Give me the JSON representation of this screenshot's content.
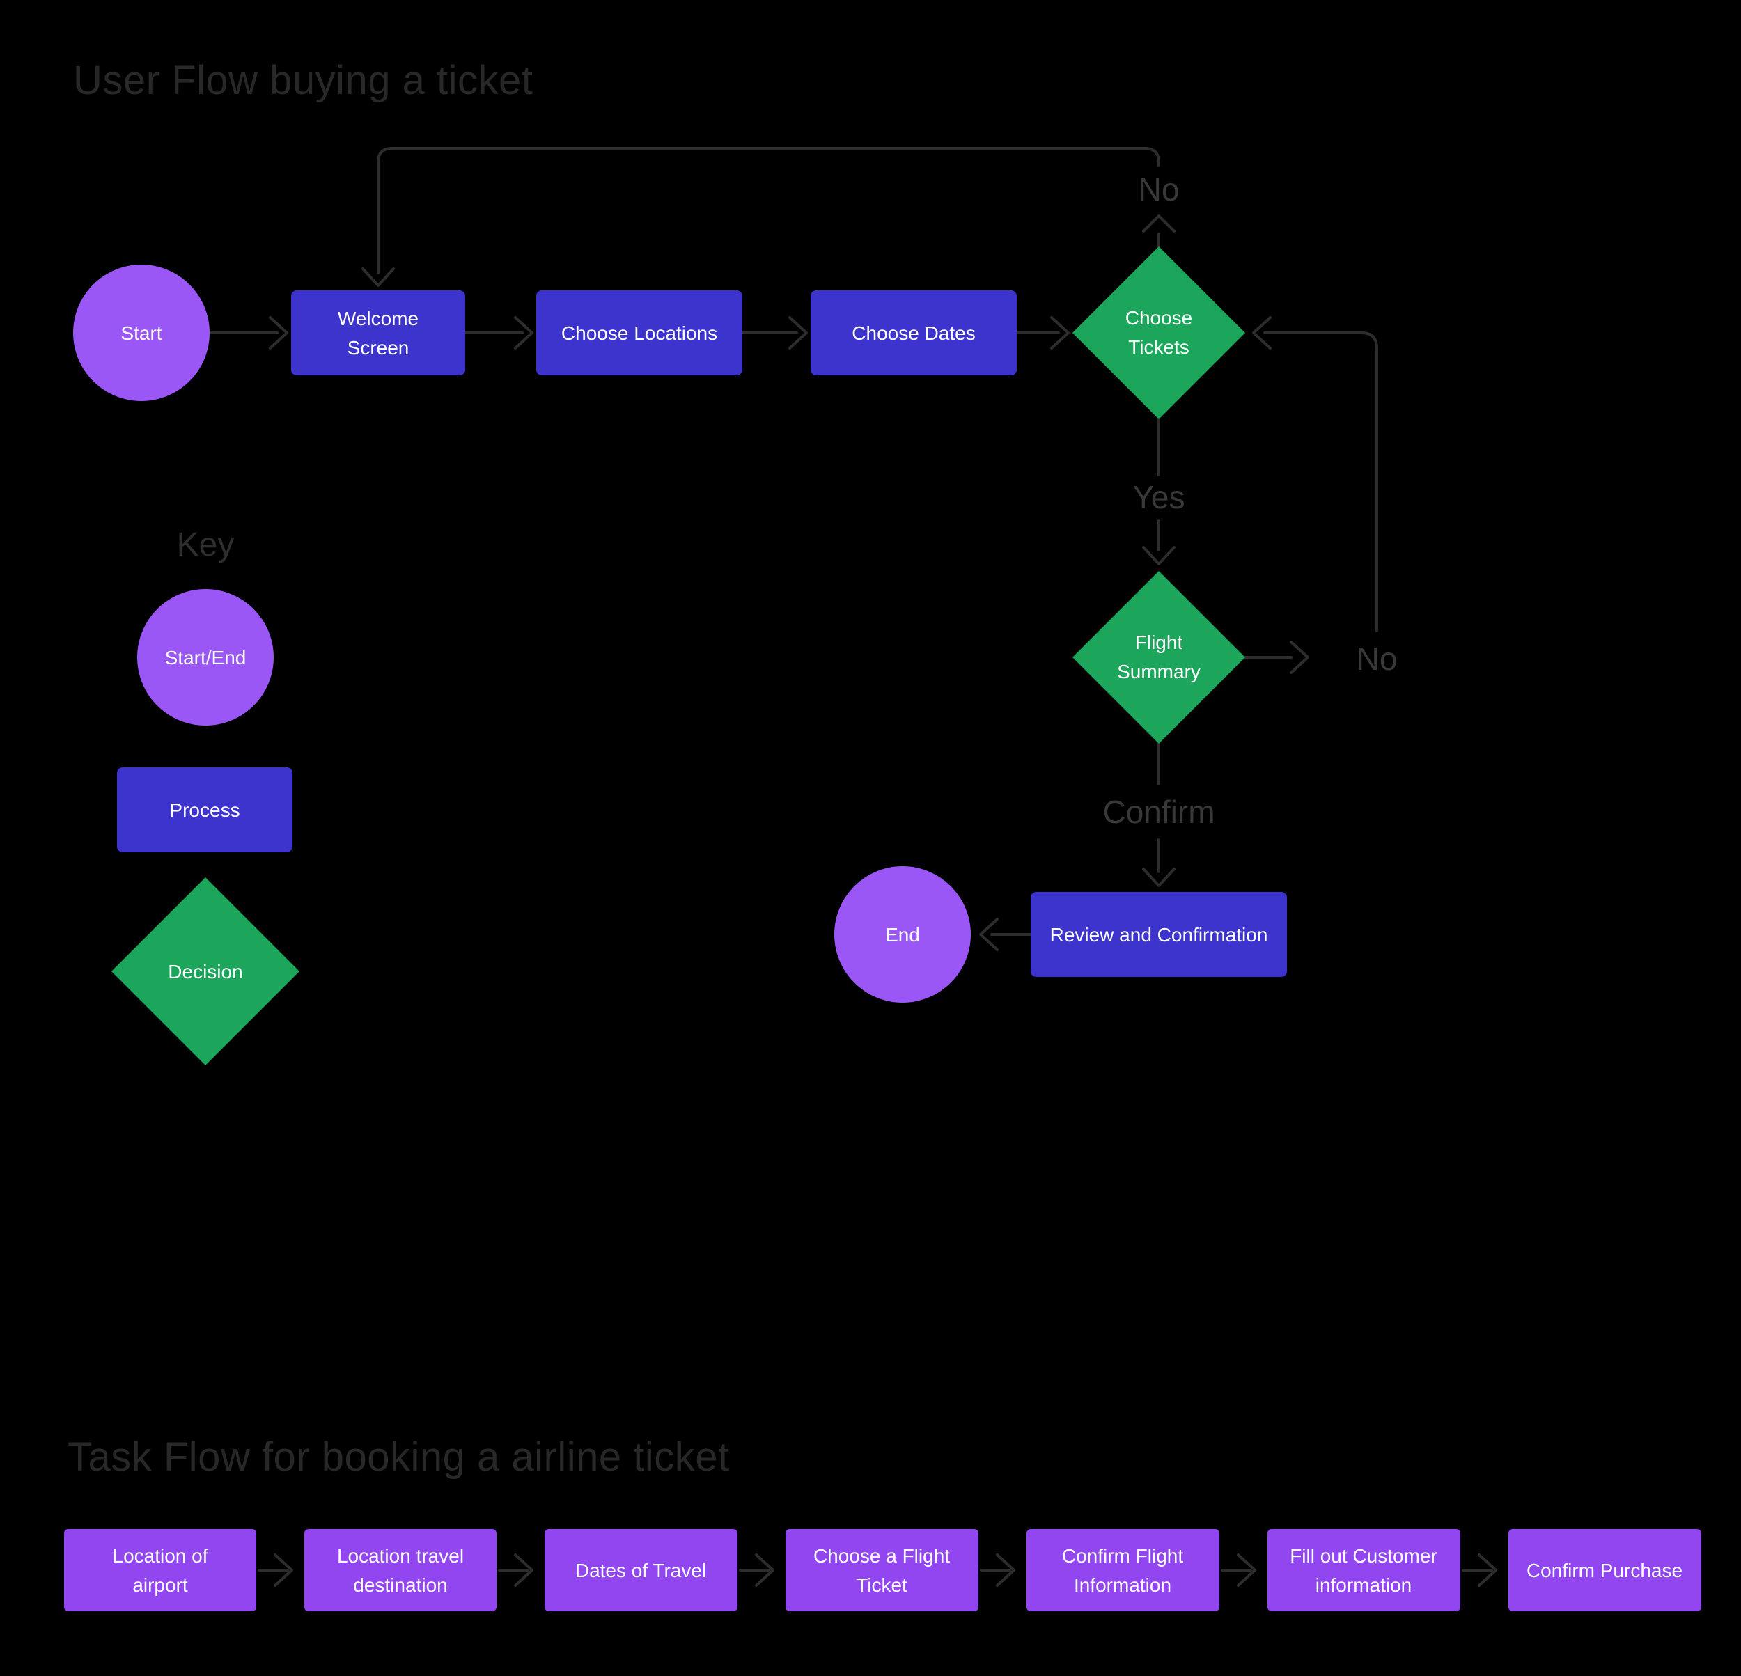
{
  "user_flow": {
    "title": "User Flow buying a ticket",
    "nodes": {
      "start": "Start",
      "welcome": {
        "line1": "Welcome",
        "line2": "Screen"
      },
      "choose_locations": "Choose Locations",
      "choose_dates": "Choose Dates",
      "choose_tickets": {
        "line1": "Choose",
        "line2": "Tickets"
      },
      "flight_summary": {
        "line1": "Flight",
        "line2": "Summary"
      },
      "review": "Review and Confirmation",
      "end": "End"
    },
    "edge_labels": {
      "no_top": "No",
      "yes": "Yes",
      "no_right": "No",
      "confirm": "Confirm"
    }
  },
  "key": {
    "heading": "Key",
    "start_end": "Start/End",
    "process": "Process",
    "decision": "Decision"
  },
  "task_flow": {
    "title": "Task Flow for booking a airline ticket",
    "steps": [
      {
        "line1": "Location of",
        "line2": "airport"
      },
      {
        "line1": "Location travel",
        "line2": "destination"
      },
      {
        "line1": "Dates of Travel",
        "line2": ""
      },
      {
        "line1": "Choose a Flight",
        "line2": "Ticket"
      },
      {
        "line1": "Confirm Flight",
        "line2": "Information"
      },
      {
        "line1": "Fill out Customer",
        "line2": "information"
      },
      {
        "line1": "Confirm Purchase",
        "line2": ""
      }
    ]
  },
  "colors": {
    "background": "#000000",
    "terminal_fill": "#9A57F5",
    "process_fill": "#3D34CE",
    "decision_fill": "#1CA65C",
    "task_fill": "#9146F0",
    "connector": "#2d2d2d",
    "edge_label_text": "#383838",
    "title_text": "#282828",
    "node_text": "#ffffff"
  }
}
